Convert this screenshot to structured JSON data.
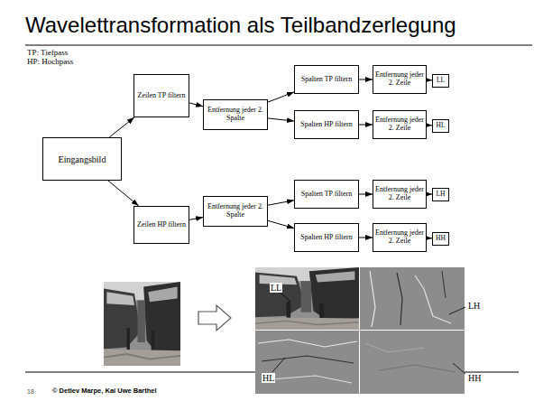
{
  "diagram": {
    "title": "Wavelettransformation als Teilbandzerlegung",
    "nodes": [
      {
        "text": [
          "Eingangsbild"
        ]
      },
      {
        "text": [
          "Zeilen TP filtern"
        ]
      },
      {
        "text": [
          "Entfernung jeder 2. Spalte"
        ]
      },
      {
        "text": [
          "Spalten TP filtern"
        ]
      },
      {
        "text": [
          "Entfernung jeder 2. Zeile"
        ]
      },
      {
        "text": [
          "LL"
        ]
      },
      {
        "text": [
          "Spalten HP filtern"
        ]
      },
      {
        "text": [
          "Entfernung jeder 2. Zeile"
        ]
      },
      {
        "text": [
          "HL"
        ]
      },
      {
        "text": [
          "Zeilen HP filtern"
        ]
      },
      {
        "text": [
          "Entfernung jeder 2. Spalte"
        ]
      },
      {
        "text": [
          "Spalten TP filtern"
        ]
      },
      {
        "text": [
          "Entfernung jeder 2. Zeile"
        ]
      },
      {
        "text": [
          "LH"
        ]
      },
      {
        "text": [
          "Spalten HP filtern"
        ]
      },
      {
        "text": [
          "Entfernung jeder 2. Zeile"
        ]
      },
      {
        "text": [
          "HH"
        ]
      }
    ],
    "edges": [
      {
        "from": 0,
        "to": 1,
        "arrow": "to"
      },
      {
        "from": 0,
        "to": 9,
        "arrow": "to"
      },
      {
        "from": 1,
        "to": 2,
        "arrow": "to"
      },
      {
        "from": 2,
        "to": 3,
        "arrow": "to"
      },
      {
        "from": 2,
        "to": 6,
        "arrow": "to"
      },
      {
        "from": 3,
        "to": 4,
        "arrow": "to"
      },
      {
        "from": 4,
        "to": 5,
        "arrow": "to"
      },
      {
        "from": 6,
        "to": 7,
        "arrow": "to"
      },
      {
        "from": 7,
        "to": 8,
        "arrow": "to"
      },
      {
        "from": 9,
        "to": 10,
        "arrow": "to"
      },
      {
        "from": 10,
        "to": 11,
        "arrow": "to"
      },
      {
        "from": 10,
        "to": 14,
        "arrow": "to"
      },
      {
        "from": 11,
        "to": 12,
        "arrow": "to"
      },
      {
        "from": 12,
        "to": 13,
        "arrow": "to"
      },
      {
        "from": 14,
        "to": 15,
        "arrow": "to"
      },
      {
        "from": 15,
        "to": 16,
        "arrow": "to"
      }
    ],
    "labels": [
      "TP: Tiefpass",
      "HP: Hochpass",
      "LL",
      "LH",
      "HL",
      "HH",
      "18",
      "© Detlev Marpe, Kai Uwe Barthel"
    ]
  }
}
